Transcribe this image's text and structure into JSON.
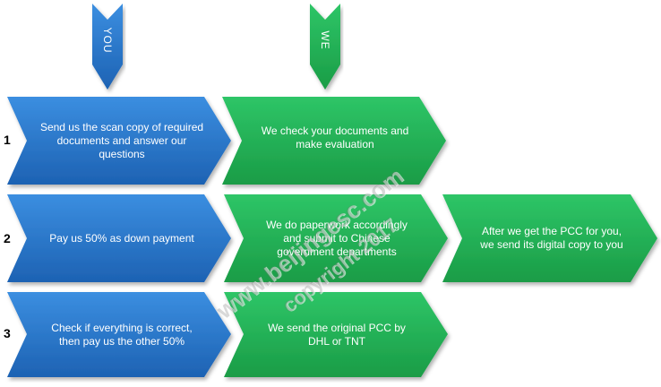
{
  "header": {
    "you_label": "YOU",
    "we_label": "WE"
  },
  "rows": [
    {
      "number": "1",
      "steps": [
        "Send us the scan copy of required\ndocuments and answer our\nquestions",
        "We check your documents and\nmake evaluation"
      ]
    },
    {
      "number": "2",
      "steps": [
        "Pay us 50% as down payment",
        "We do paperwork accordingly\nand submit to Chinese\ngovernment departments",
        "After we get the PCC for you,\nwe send its digital copy to you"
      ]
    },
    {
      "number": "3",
      "steps": [
        "Check if everything is correct,\nthen pay us the other 50%",
        "We send the original PCC by\nDHL or TNT"
      ]
    }
  ],
  "watermark": {
    "line1": "www.beijingesc.com",
    "line2": "copyright 2017"
  },
  "colors": {
    "you_blue": "#1f6fc0",
    "we_green": "#1fae4e"
  }
}
